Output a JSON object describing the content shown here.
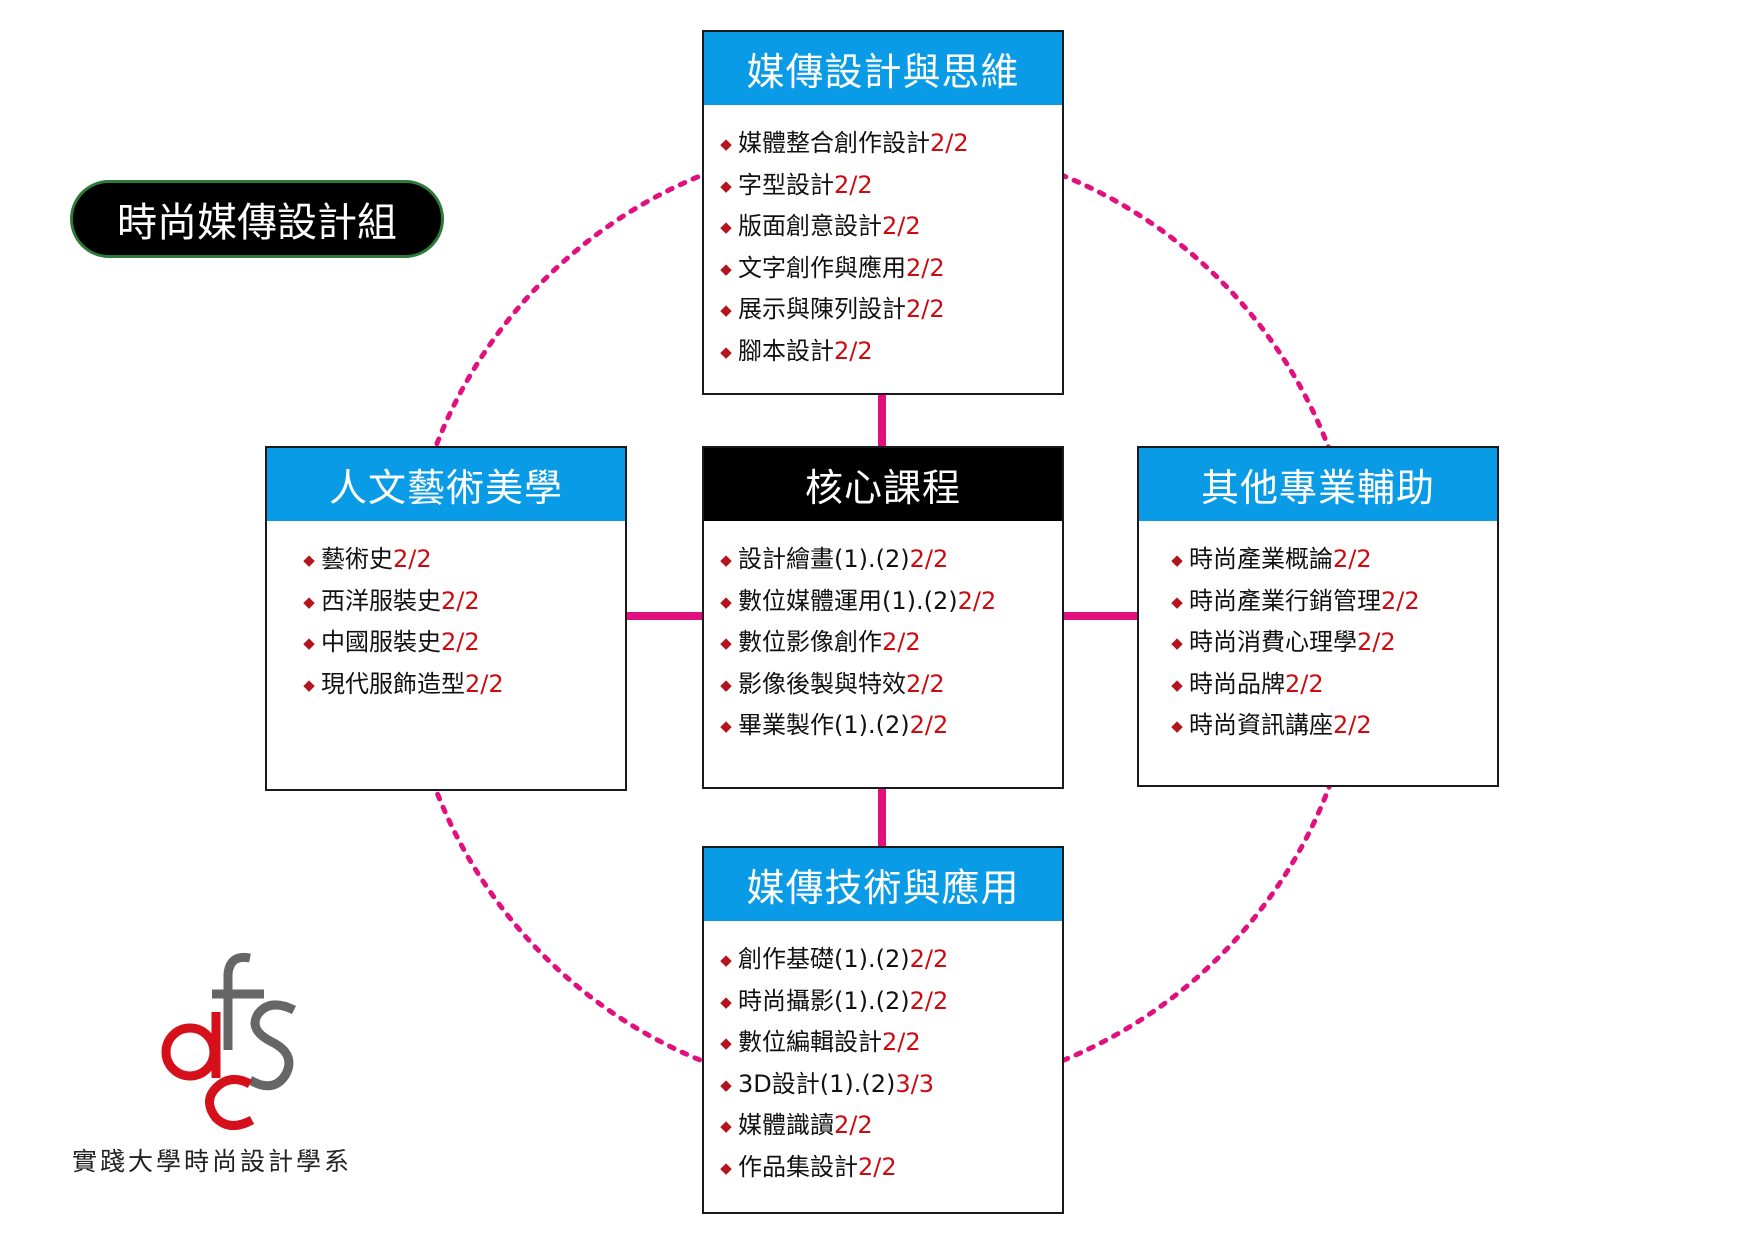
{
  "group_title": "時尚媒傳設計組",
  "school_name": "實踐大學時尚設計學系",
  "colors": {
    "header_blue": "#0a9be6",
    "connector": "#e20f7e",
    "credit": "#cc0a10",
    "bullet": "#b3141e"
  },
  "boxes": {
    "top": {
      "title": "媒傳設計與思維",
      "items": [
        {
          "name": "媒體整合創作設計",
          "credits": "2/2"
        },
        {
          "name": "字型設計",
          "credits": "2/2"
        },
        {
          "name": "版面創意設計",
          "credits": "2/2"
        },
        {
          "name": "文字創作與應用",
          "credits": "2/2"
        },
        {
          "name": "展示與陳列設計",
          "credits": "2/2"
        },
        {
          "name": "腳本設計",
          "credits": "2/2"
        }
      ]
    },
    "left": {
      "title": "人文藝術美學",
      "items": [
        {
          "name": "藝術史",
          "credits": "2/2"
        },
        {
          "name": "西洋服裝史",
          "credits": "2/2"
        },
        {
          "name": "中國服裝史",
          "credits": "2/2"
        },
        {
          "name": "現代服飾造型",
          "credits": "2/2"
        }
      ]
    },
    "center": {
      "title": "核心課程",
      "items": [
        {
          "name": "設計繪畫(1).(2)",
          "credits": "2/2"
        },
        {
          "name": "數位媒體運用(1).(2)",
          "credits": "2/2"
        },
        {
          "name": "數位影像創作",
          "credits": "2/2"
        },
        {
          "name": "影像後製與特效",
          "credits": "2/2"
        },
        {
          "name": "畢業製作(1).(2)",
          "credits": "2/2"
        }
      ]
    },
    "right": {
      "title": "其他專業輔助",
      "items": [
        {
          "name": "時尚產業概論",
          "credits": "2/2"
        },
        {
          "name": "時尚產業行銷管理",
          "credits": "2/2"
        },
        {
          "name": "時尚消費心理學",
          "credits": "2/2"
        },
        {
          "name": "時尚品牌",
          "credits": "2/2"
        },
        {
          "name": "時尚資訊講座",
          "credits": "2/2"
        }
      ]
    },
    "bottom": {
      "title": "媒傳技術與應用",
      "items": [
        {
          "name": "創作基礎(1).(2)",
          "credits": "2/2"
        },
        {
          "name": "時尚攝影(1).(2)",
          "credits": "2/2"
        },
        {
          "name": "數位編輯設計",
          "credits": "2/2"
        },
        {
          "name": "3D設計(1).(2)",
          "credits": "3/3"
        },
        {
          "name": "媒體識讀",
          "credits": "2/2"
        },
        {
          "name": "作品集設計",
          "credits": "2/2"
        }
      ]
    }
  }
}
